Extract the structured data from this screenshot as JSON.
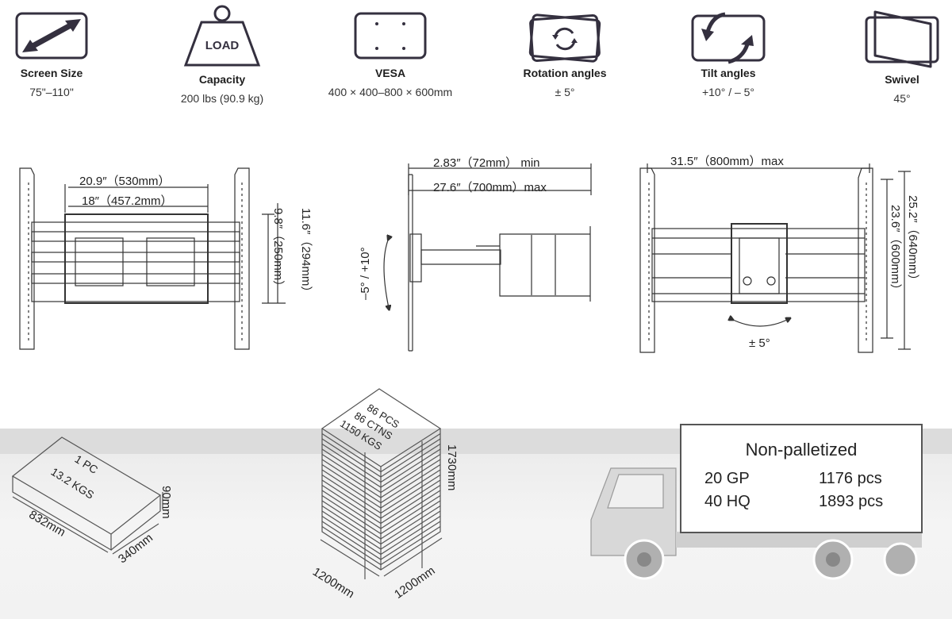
{
  "specs": [
    {
      "icon": "screen-size-icon",
      "label": "Screen Size",
      "value": "75\"–110\""
    },
    {
      "icon": "load-weight-icon",
      "label": "Capacity",
      "value": "200 lbs (90.9 kg)",
      "icon_text": "LOAD"
    },
    {
      "icon": "vesa-icon",
      "label": "VESA",
      "value": "400 × 400–800 × 600mm"
    },
    {
      "icon": "rotation-icon",
      "label": "Rotation angles",
      "value": "± 5°"
    },
    {
      "icon": "tilt-icon",
      "label": "Tilt angles",
      "value": "+10°   / – 5°"
    },
    {
      "icon": "swivel-icon",
      "label": "Swivel",
      "value": "45°"
    }
  ],
  "front_view": {
    "width_outer": "20.9″（530mm）",
    "width_inner": "18″（457.2mm）",
    "height_inner": "9.8″（250mm）",
    "height_outer": "11.6″（294mm）"
  },
  "side_view": {
    "depth_min": "2.83″（72mm）  min",
    "depth_max": "27.6″（700mm）max",
    "tilt": "–5° / +10°"
  },
  "extended_view": {
    "width_max": "31.5″（800mm）max",
    "height_inner": "23.6″（600mm）",
    "height_outer": "25.2″（640mm）",
    "rotation": "± 5°"
  },
  "carton": {
    "line1": "1 PC",
    "line2": "13.2 KGS",
    "length": "832mm",
    "width": "340mm",
    "height": "90mm"
  },
  "pallet": {
    "line1": "86 PCS",
    "line2": "86 CTNS",
    "line3": "1150 KGS",
    "height": "1730mm",
    "length": "1200mm",
    "width": "1200mm"
  },
  "shipping": {
    "title": "Non-palletized",
    "rows": [
      {
        "container": "20 GP",
        "qty": "1176 pcs"
      },
      {
        "container": "40 HQ",
        "qty": "1893 pcs"
      }
    ]
  },
  "colors": {
    "icon": "#34303f",
    "line": "#333333"
  }
}
